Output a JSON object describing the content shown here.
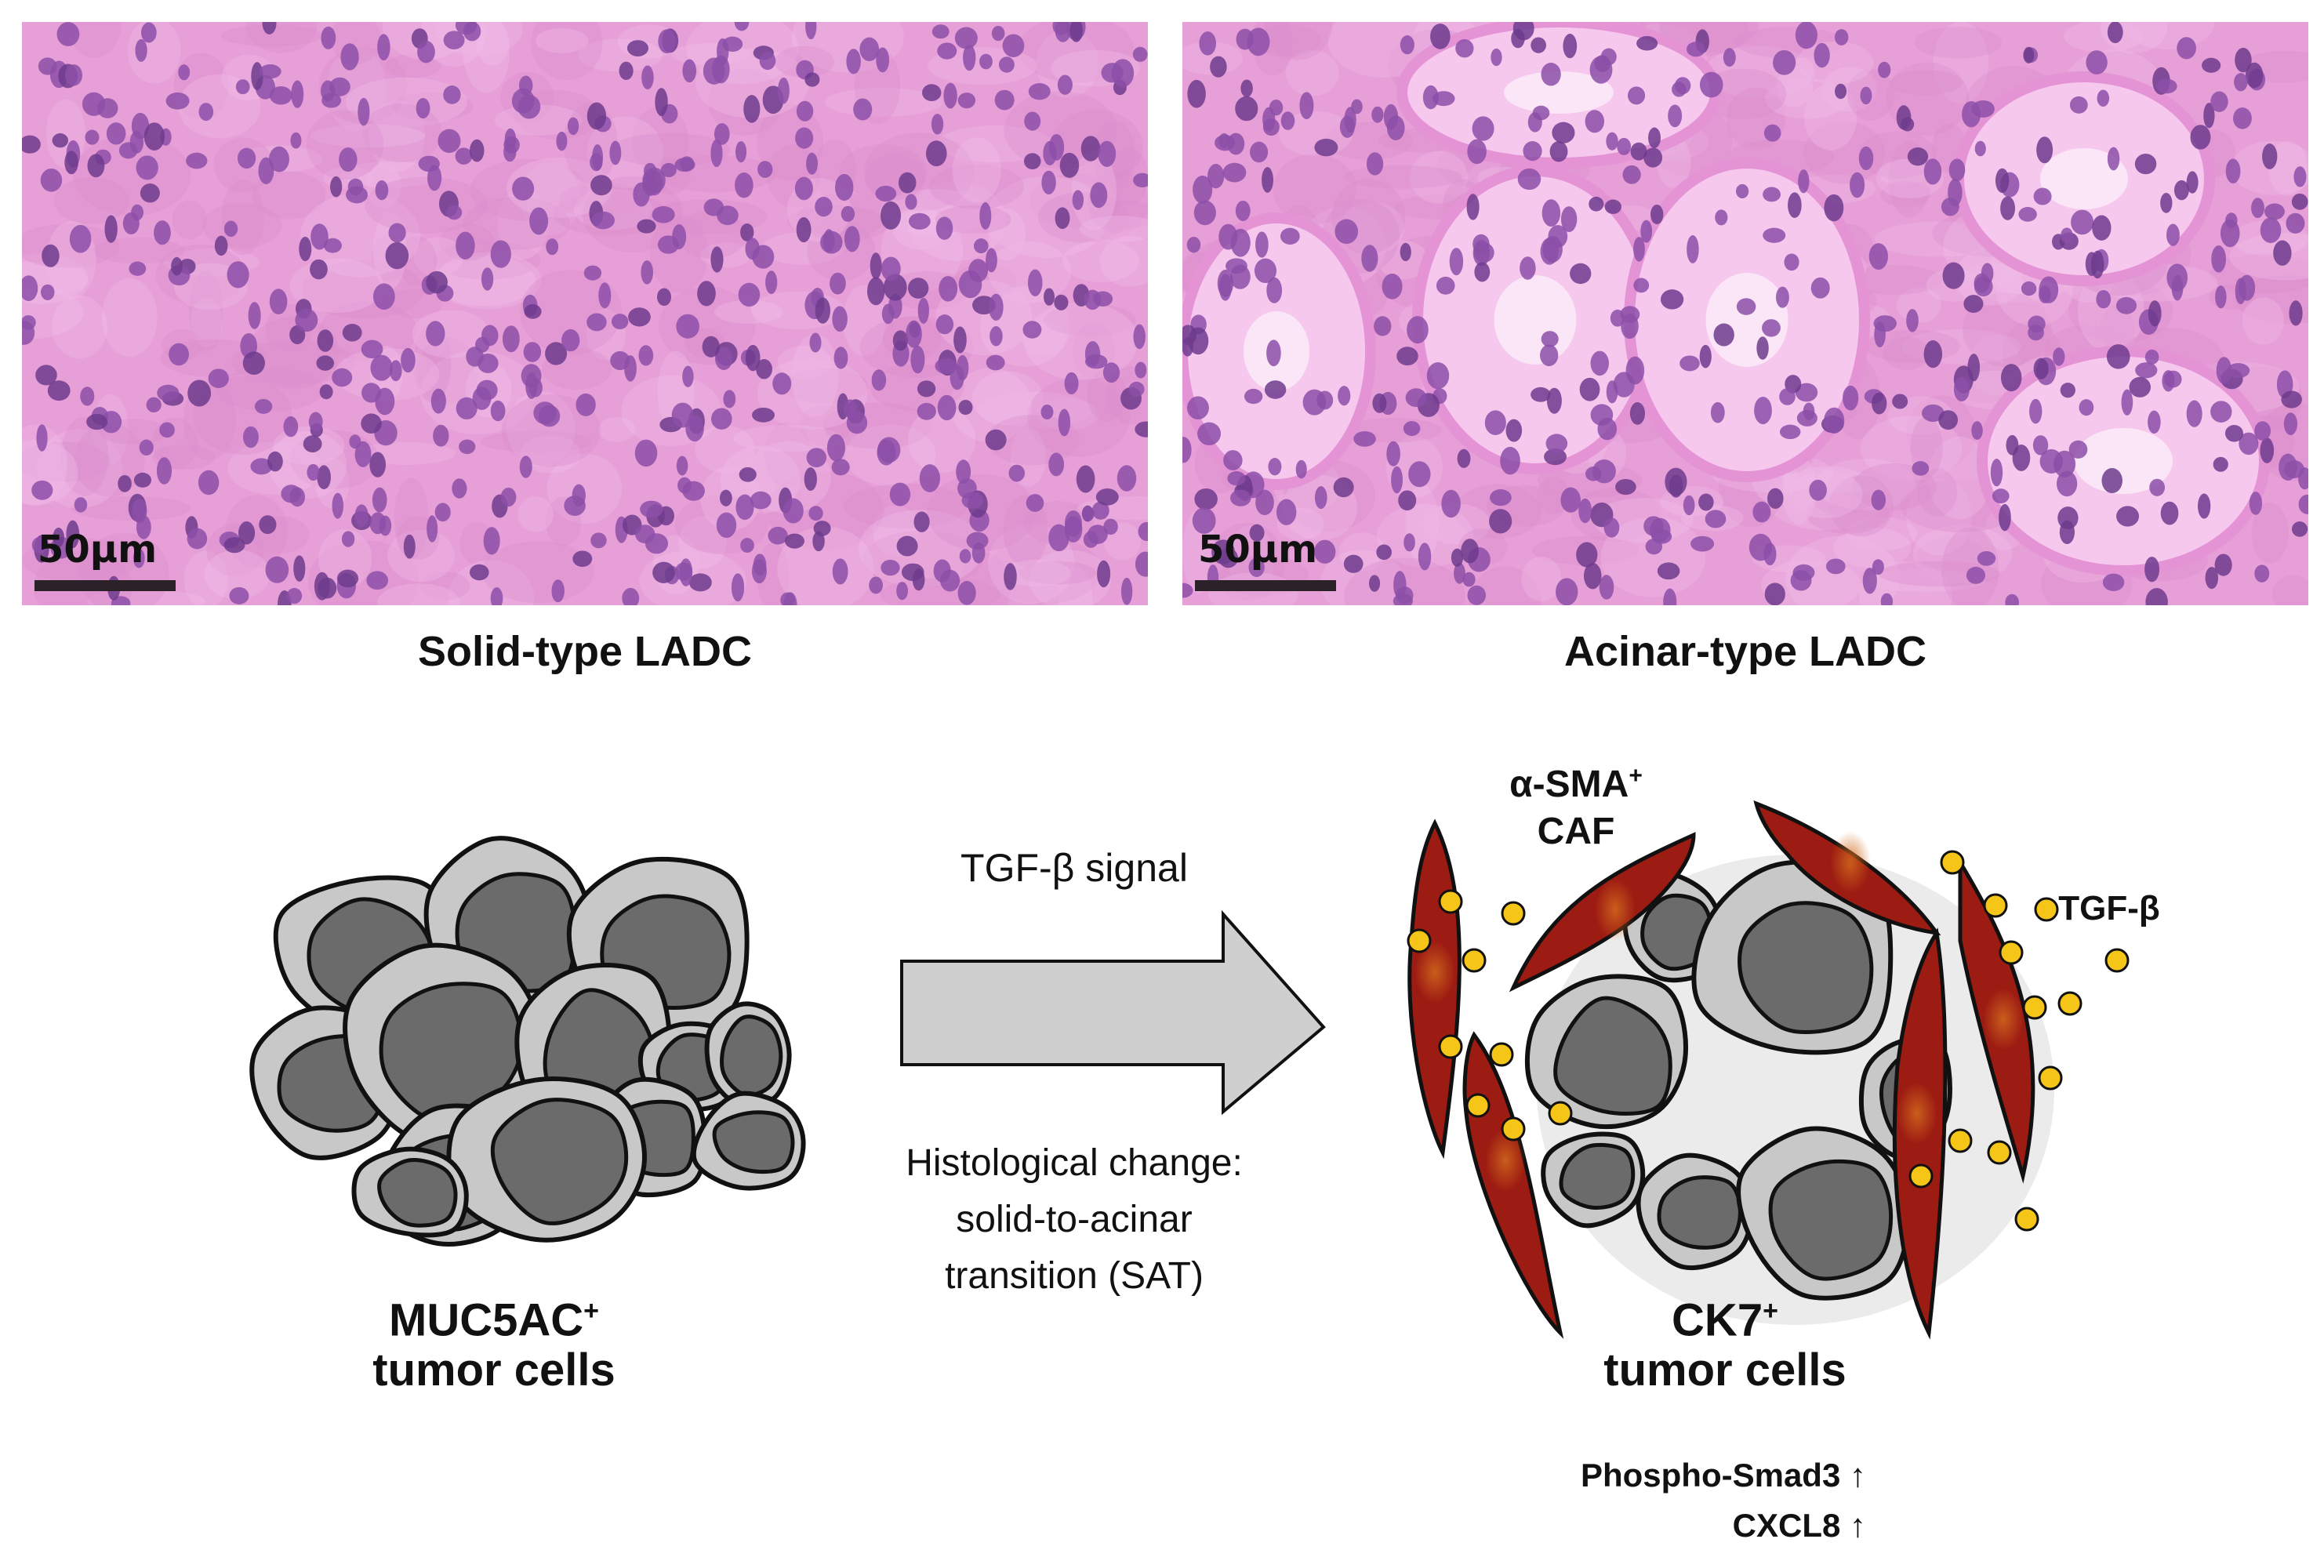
{
  "panels": [
    {
      "caption": "Solid-type LADC",
      "scale_bar": "50μm"
    },
    {
      "caption": "Acinar-type LADC",
      "scale_bar": "50μm"
    }
  ],
  "diagram": {
    "left_cells_label_main": "MUC5AC",
    "left_cells_label_sup": "+",
    "left_cells_label_sub": "tumor cells",
    "arrow_top_label": "TGF-β signal",
    "arrow_bottom_line1": "Histological change:",
    "arrow_bottom_line2": "solid-to-acinar",
    "arrow_bottom_line3": "transition (SAT)",
    "caf_label_main": "α-SMA",
    "caf_label_sup": "+",
    "caf_label_sub": "CAF",
    "tgfb_label": "TGF-β",
    "right_cells_label_main": "CK7",
    "right_cells_label_sup": "+",
    "right_cells_label_sub": "tumor cells",
    "marker_1": "Phospho-Smad3 ↑",
    "marker_2": "CXCL8 ↑"
  },
  "colors": {
    "he_background": "#e79fd8",
    "nucleus": "#8c4fa8",
    "cell_outer": "#c8c8c8",
    "cell_nucleus": "#6b6b6b",
    "caf_fill": "#9c1b12",
    "tgfb_dot": "#f5c518",
    "arrow_fill": "#cfcfcf"
  }
}
